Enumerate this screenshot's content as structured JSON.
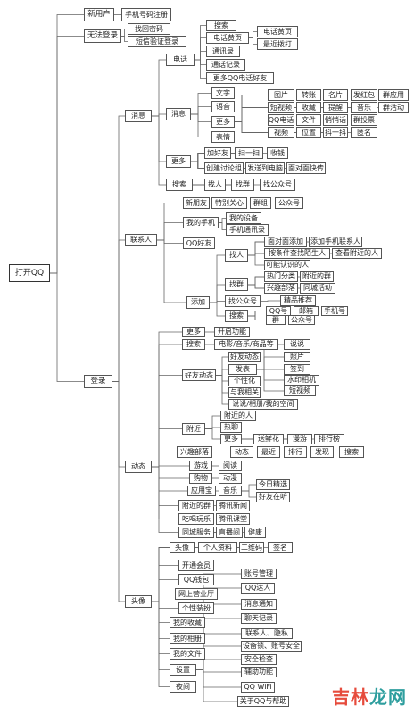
{
  "watermark": {
    "part1": "吉林",
    "part2": "龙网"
  },
  "tree": {
    "label": "打开QQ",
    "children": [
      {
        "label": "新用户",
        "children": [
          {
            "label": "手机号码注册"
          }
        ]
      },
      {
        "label": "无法登录",
        "children": [
          {
            "label": "找回密码"
          },
          {
            "label": "短信验证登录"
          }
        ]
      },
      {
        "label": "登录",
        "children": [
          {
            "label": "消息",
            "children": [
              {
                "label": "电话",
                "children": [
                  {
                    "label": "搜索"
                  },
                  {
                    "label": "电话黄页",
                    "children": [
                      {
                        "label": "电话黄页"
                      },
                      {
                        "label": "最近拨打"
                      }
                    ]
                  },
                  {
                    "label": "通讯录"
                  },
                  {
                    "label": "通话记录"
                  },
                  {
                    "label": "更多QQ电话好友"
                  }
                ]
              },
              {
                "label": "消息",
                "children": [
                  {
                    "label": "文字"
                  },
                  {
                    "label": "语音"
                  },
                  {
                    "label": "更多",
                    "children": [
                      {
                        "label": "图片"
                      },
                      {
                        "label": "转账"
                      },
                      {
                        "label": "名片"
                      },
                      {
                        "label": "发红包"
                      },
                      {
                        "label": "群应用"
                      },
                      {
                        "label": "短视频"
                      },
                      {
                        "label": "收藏"
                      },
                      {
                        "label": "提醒"
                      },
                      {
                        "label": "音乐"
                      },
                      {
                        "label": "群活动"
                      },
                      {
                        "label": "QQ电话"
                      },
                      {
                        "label": "文件"
                      },
                      {
                        "label": "悄悄话"
                      },
                      {
                        "label": "群投票"
                      },
                      {
                        "label": "视频"
                      },
                      {
                        "label": "位置"
                      },
                      {
                        "label": "抖一抖"
                      },
                      {
                        "label": "匿名"
                      }
                    ]
                  },
                  {
                    "label": "表情"
                  }
                ]
              },
              {
                "label": "更多",
                "children": [
                  {
                    "label": "加好友"
                  },
                  {
                    "label": "扫一扫"
                  },
                  {
                    "label": "收钱"
                  },
                  {
                    "label": "创建讨论组"
                  },
                  {
                    "label": "发送到电脑"
                  },
                  {
                    "label": "面对面快传"
                  }
                ]
              },
              {
                "label": "搜索",
                "children": [
                  {
                    "label": "找人"
                  },
                  {
                    "label": "找群"
                  },
                  {
                    "label": "找公众号"
                  }
                ]
              }
            ]
          },
          {
            "label": "联系人",
            "children": [
              {
                "label": "新朋友",
                "children": [
                  {
                    "label": "特别关心"
                  },
                  {
                    "label": "群组"
                  },
                  {
                    "label": "公众号"
                  }
                ]
              },
              {
                "label": "我的手机",
                "children": [
                  {
                    "label": "我的设备"
                  },
                  {
                    "label": "手机通讯录"
                  }
                ]
              },
              {
                "label": "QQ好友"
              },
              {
                "label": "添加",
                "children": [
                  {
                    "label": "找人",
                    "children": [
                      {
                        "label": "面对面添加"
                      },
                      {
                        "label": "添加手机联系人"
                      },
                      {
                        "label": "按条件查找陌生人"
                      },
                      {
                        "label": "查看附近的人"
                      },
                      {
                        "label": "可能认识的人"
                      }
                    ]
                  },
                  {
                    "label": "找群",
                    "children": [
                      {
                        "label": "热门分类"
                      },
                      {
                        "label": "附近的群"
                      },
                      {
                        "label": "兴趣部落"
                      },
                      {
                        "label": "同城活动"
                      }
                    ]
                  },
                  {
                    "label": "找公众号",
                    "children": [
                      {
                        "label": "精品推荐"
                      }
                    ]
                  },
                  {
                    "label": "搜索",
                    "children": [
                      {
                        "label": "QQ号"
                      },
                      {
                        "label": "邮箱"
                      },
                      {
                        "label": "手机号"
                      },
                      {
                        "label": "群"
                      },
                      {
                        "label": "公众号"
                      }
                    ]
                  }
                ]
              }
            ]
          },
          {
            "label": "动态",
            "children": [
              {
                "label": "更多",
                "children": [
                  {
                    "label": "开启功能"
                  }
                ]
              },
              {
                "label": "搜索",
                "children": [
                  {
                    "label": "电影/音乐/商品等"
                  }
                ]
              },
              {
                "label": "好友动态",
                "children": [
                  {
                    "label": "好友动态"
                  },
                  {
                    "label": "发表",
                    "children": [
                      {
                        "label": "说说"
                      },
                      {
                        "label": "照片"
                      },
                      {
                        "label": "签到"
                      },
                      {
                        "label": "水印相机"
                      },
                      {
                        "label": "短视频"
                      }
                    ]
                  },
                  {
                    "label": "个性化"
                  },
                  {
                    "label": "与我相关"
                  },
                  {
                    "label": "说说/相册/我的空间"
                  }
                ]
              },
              {
                "label": "附近",
                "children": [
                  {
                    "label": "附近的人"
                  },
                  {
                    "label": "热聊"
                  },
                  {
                    "label": "更多",
                    "children": [
                      {
                        "label": "送鲜花"
                      },
                      {
                        "label": "漫游"
                      },
                      {
                        "label": "排行榜"
                      }
                    ]
                  }
                ]
              },
              {
                "label": "兴趣部落",
                "children": [
                  {
                    "label": "动态"
                  },
                  {
                    "label": "最近"
                  },
                  {
                    "label": "排行"
                  },
                  {
                    "label": "发现"
                  },
                  {
                    "label": "搜索"
                  }
                ]
              },
              {
                "label": "游戏",
                "children": [
                  {
                    "label": "阅读"
                  }
                ]
              },
              {
                "label": "购物",
                "children": [
                  {
                    "label": "动漫"
                  }
                ]
              },
              {
                "label": "应用宝",
                "children": [
                  {
                    "label": "音乐",
                    "children": [
                      {
                        "label": "今日精选"
                      },
                      {
                        "label": "好友在听"
                      }
                    ]
                  }
                ]
              },
              {
                "label": "附近的群",
                "children": [
                  {
                    "label": "腾讯新闻"
                  }
                ]
              },
              {
                "label": "吃喝玩乐",
                "children": [
                  {
                    "label": "腾讯课堂"
                  }
                ]
              },
              {
                "label": "同城服务",
                "children": [
                  {
                    "label": "直播间"
                  },
                  {
                    "label": "健康"
                  }
                ]
              }
            ]
          },
          {
            "label": "头像",
            "children": [
              {
                "label": "头像"
              },
              {
                "label": "个人资料"
              },
              {
                "label": "二维码"
              },
              {
                "label": "签名"
              },
              {
                "label": "开通会员"
              },
              {
                "label": "QQ钱包"
              },
              {
                "label": "网上营业厅"
              },
              {
                "label": "个性装扮"
              },
              {
                "label": "我的收藏"
              },
              {
                "label": "我的相册"
              },
              {
                "label": "我的文件"
              },
              {
                "label": "设置",
                "children": [
                  {
                    "label": "账号管理"
                  },
                  {
                    "label": "QQ达人"
                  },
                  {
                    "label": "消息通知"
                  },
                  {
                    "label": "聊天记录"
                  },
                  {
                    "label": "联系人、隐私"
                  },
                  {
                    "label": "设备锁、账号安全"
                  },
                  {
                    "label": "安全检查"
                  },
                  {
                    "label": "辅助功能"
                  },
                  {
                    "label": "QQ WiFi"
                  },
                  {
                    "label": "关于QQ与帮助"
                  }
                ]
              },
              {
                "label": "夜间"
              }
            ]
          }
        ]
      }
    ]
  }
}
